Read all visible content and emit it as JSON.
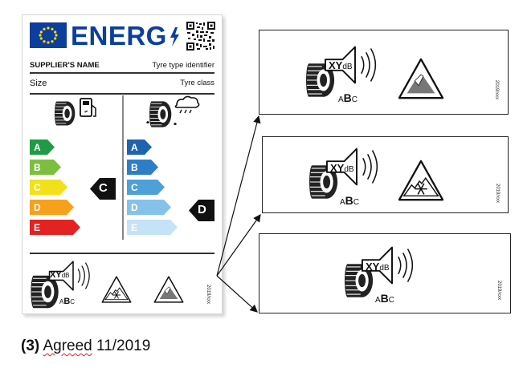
{
  "label": {
    "title": "ENERG",
    "supplier": "SUPPLIER'S NAME",
    "tyre_type": "Tyre type identifier",
    "size": "Size",
    "tyre_class": "Tyre class",
    "fuel_classes": [
      "A",
      "B",
      "C",
      "D",
      "E"
    ],
    "fuel_rating": "C",
    "wet_classes": [
      "A",
      "B",
      "C",
      "D",
      "E"
    ],
    "wet_rating": "D",
    "noise_value": "XY",
    "noise_unit": "dB",
    "noise_class_a": "A",
    "noise_class_b": "B",
    "noise_class_c": "C",
    "regulation_code": "2019/xxx",
    "colors": {
      "fuel": [
        "#1f9a45",
        "#7cbf3f",
        "#f2e11a",
        "#f6a11c",
        "#e32322"
      ],
      "wet": [
        "#1d63b0",
        "#2e7ec6",
        "#4ea0d9",
        "#86c1ea",
        "#c5e3f7"
      ],
      "eu_blue": "#0b3f9b"
    }
  },
  "panels": [
    {
      "noise_value": "XY",
      "noise_unit": "dB",
      "class_a": "A",
      "class_b": "B",
      "class_c": "C",
      "code": "2019/xxx",
      "icon": "mountain-icon"
    },
    {
      "noise_value": "XY",
      "noise_unit": "dB",
      "class_a": "A",
      "class_b": "B",
      "class_c": "C",
      "code": "2019/xxx",
      "icon": "snowflake-mountain-icon"
    },
    {
      "noise_value": "XY",
      "noise_unit": "dB",
      "class_a": "A",
      "class_b": "B",
      "class_c": "C",
      "code": "2019/xxx",
      "icon": "none"
    }
  ],
  "caption": {
    "number": "(3)",
    "text": "Agreed",
    "date": "11/2019"
  }
}
